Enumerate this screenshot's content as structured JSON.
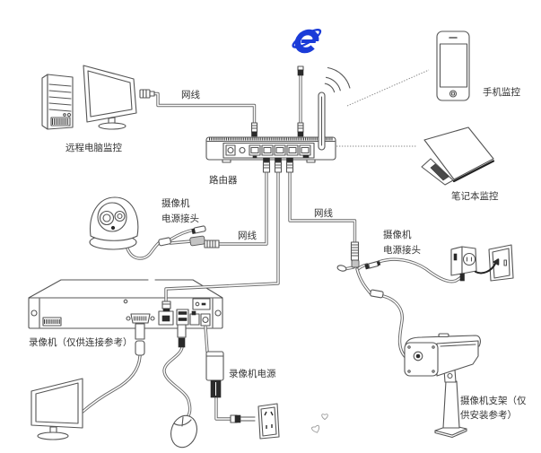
{
  "internet": {
    "icon": "internet-explorer-icon"
  },
  "remote_pc": {
    "label": "远程电脑监控",
    "cable_label": "网线",
    "icons": [
      "pc-tower-icon",
      "monitor-icon"
    ]
  },
  "router": {
    "label": "路由器",
    "icons": [
      "router-icon",
      "wifi-signal-icon"
    ]
  },
  "phone": {
    "label": "手机监控",
    "icon": "smartphone-icon"
  },
  "laptop": {
    "label": "笔记本监控",
    "icon": "laptop-icon"
  },
  "dome_camera": {
    "icon": "dome-camera-icon",
    "connector_label": [
      "摄像机",
      "电源接头"
    ],
    "cable_label": "网线"
  },
  "bullet_camera": {
    "icon": "bullet-camera-icon",
    "connector_label": [
      "摄像机",
      "电源接头"
    ],
    "cable_label": "网线",
    "bracket_label": [
      "摄像机支架（仅",
      "供安装参考）"
    ]
  },
  "nvr": {
    "icon": "nvr-icon",
    "label": "录像机（仅供连接参考）",
    "power_label": "录像机电源",
    "peripherals": [
      "monitor-icon",
      "mouse-icon",
      "power-adapter-icon",
      "wall-outlet-icon"
    ]
  },
  "colors": {
    "background": "#ffffff",
    "line_art": "#555555",
    "label_text": "#333333",
    "internet_icon": "#1a3bd8"
  }
}
